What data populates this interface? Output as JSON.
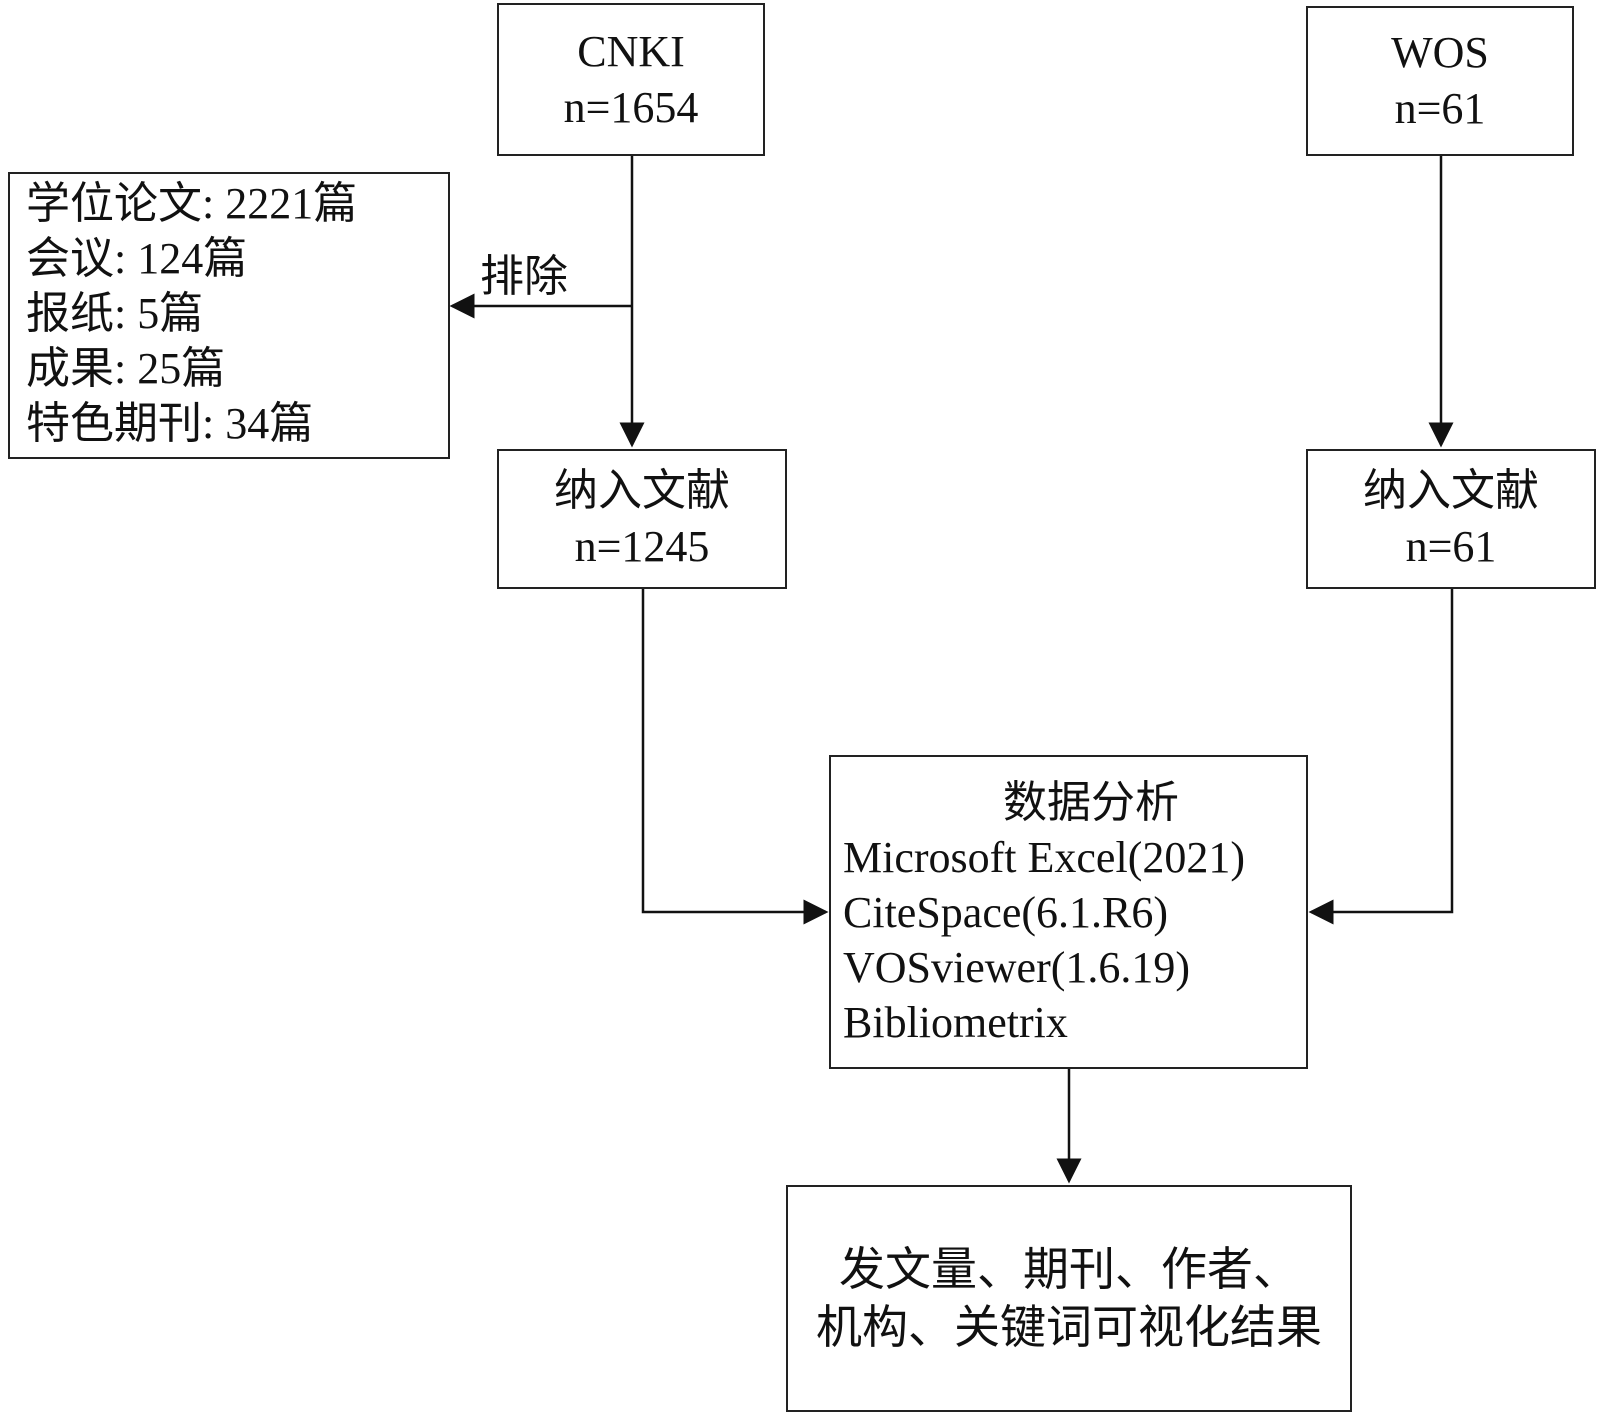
{
  "cnki_box": {
    "line1": "CNKI",
    "line2": "n=1654"
  },
  "wos_box": {
    "line1": "WOS",
    "line2": "n=61"
  },
  "exclude_box": {
    "items": [
      "学位论文: 2221篇",
      "会议: 124篇",
      "报纸: 5篇",
      "成果: 25篇",
      "特色期刊: 34篇"
    ]
  },
  "exclude_label": "排除",
  "cnki_included": {
    "line1": "纳入文献",
    "line2": "n=1245"
  },
  "wos_included": {
    "line1": "纳入文献",
    "line2": "n=61"
  },
  "analysis_box": {
    "title": "数据分析",
    "tools": [
      "Microsoft Excel(2021)",
      "CiteSpace(6.1.R6)",
      "VOSviewer(1.6.19)",
      "Bibliometrix"
    ]
  },
  "result_box": {
    "line1": "发文量、期刊、作者、",
    "line2": "机构、关键词可视化结果"
  }
}
